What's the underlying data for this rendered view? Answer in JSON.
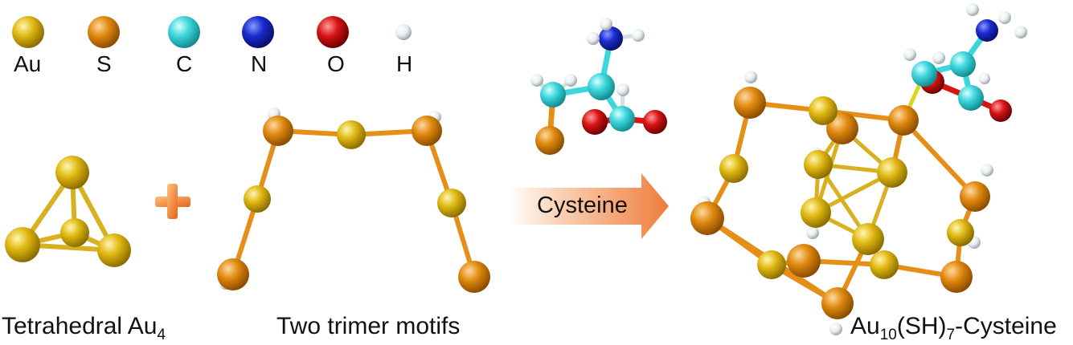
{
  "colors": {
    "Au": "#e0b812",
    "S": "#e0890e",
    "C": "#3cd6dc",
    "N": "#1a2bd0",
    "O": "#d81414",
    "H": "#e9eef0",
    "bond_au": "#d8b020",
    "bond_s": "#e58e18",
    "arrow": "#f2894a",
    "plus": "#f07a2a"
  },
  "legend": [
    {
      "element": "Au",
      "label": "Au"
    },
    {
      "element": "S",
      "label": "S"
    },
    {
      "element": "C",
      "label": "C"
    },
    {
      "element": "N",
      "label": "N"
    },
    {
      "element": "O",
      "label": "O"
    },
    {
      "element": "H",
      "label": "H"
    }
  ],
  "labels": {
    "tetrahedral": "Tetrahedral Au",
    "tetrahedral_sub": "4",
    "trimers": "Two trimer motifs",
    "arrow": "Cysteine",
    "product_a": "Au",
    "product_a_sub": "10",
    "product_b": "(SH)",
    "product_b_sub": "7",
    "product_c": "-Cysteine"
  },
  "icons": {
    "plus": "plus-icon",
    "arrow": "arrow-right-icon"
  }
}
